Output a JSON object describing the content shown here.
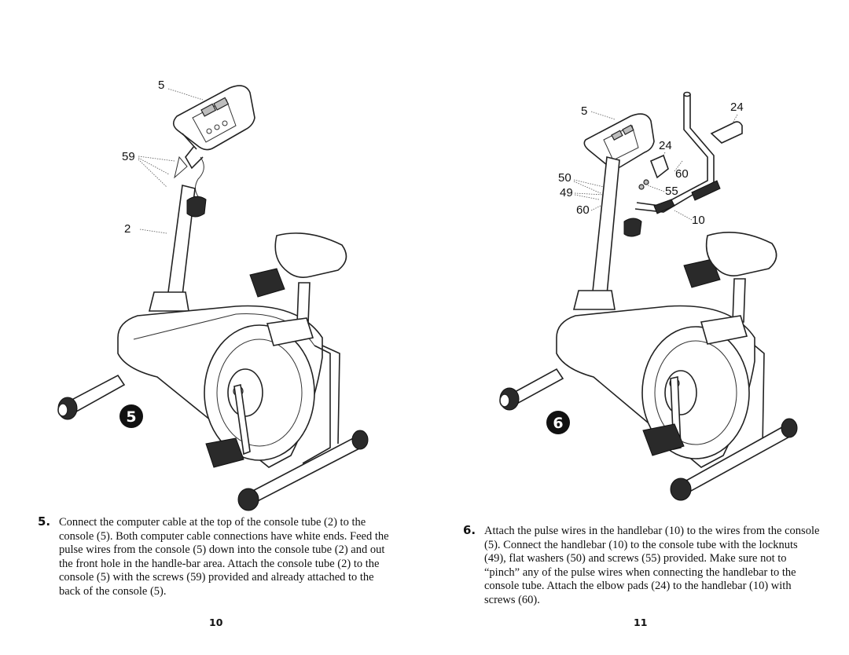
{
  "pages": [
    {
      "figure": {
        "badge": "5",
        "callouts": [
          "5",
          "59",
          "2"
        ]
      },
      "step": {
        "number": "5.",
        "text": "Connect the computer cable at the top of the console tube (2) to the console (5). Both computer cable connections have white ends. Feed the pulse wires from the console (5) down into the console tube (2) and out the front hole in the handle-bar area. Attach the console tube (2) to the console (5) with the screws (59) provided and already attached to the back of the console (5)."
      },
      "page_number": "10"
    },
    {
      "figure": {
        "badge": "6",
        "callouts": [
          "5",
          "24",
          "24",
          "60",
          "50",
          "49",
          "55",
          "60",
          "10"
        ]
      },
      "step": {
        "number": "6.",
        "text": "Attach the pulse wires in the handlebar (10) to the wires from the console (5). Connect the handlebar (10) to the console tube with the locknuts (49), flat washers (50) and screws (55) provided. Make sure not to “pinch” any of the pulse wires when connecting the handlebar to the console tube. Attach the elbow pads (24) to the handlebar (10) with screws (60)."
      },
      "page_number": "11"
    }
  ]
}
